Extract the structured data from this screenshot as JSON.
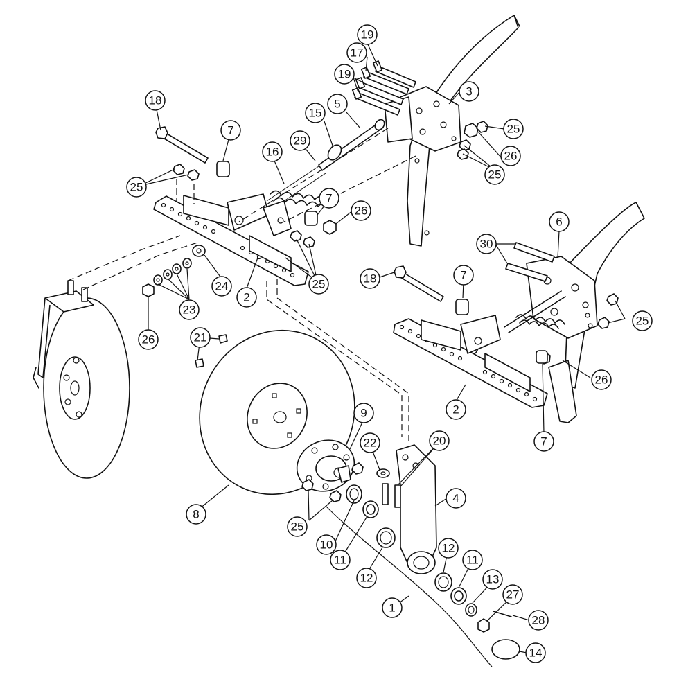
{
  "callouts": [
    {
      "id": "c19a",
      "label": "19"
    },
    {
      "id": "c17",
      "label": "17"
    },
    {
      "id": "c19b",
      "label": "19"
    },
    {
      "id": "c3",
      "label": "3"
    },
    {
      "id": "c18a",
      "label": "18"
    },
    {
      "id": "c7a",
      "label": "7"
    },
    {
      "id": "c15",
      "label": "15"
    },
    {
      "id": "c5",
      "label": "5"
    },
    {
      "id": "c29",
      "label": "29"
    },
    {
      "id": "c16",
      "label": "16"
    },
    {
      "id": "c25a",
      "label": "25"
    },
    {
      "id": "c26a",
      "label": "26"
    },
    {
      "id": "c25b",
      "label": "25"
    },
    {
      "id": "c25c",
      "label": "25"
    },
    {
      "id": "c7b",
      "label": "7"
    },
    {
      "id": "c26b",
      "label": "26"
    },
    {
      "id": "c6",
      "label": "6"
    },
    {
      "id": "c30",
      "label": "30"
    },
    {
      "id": "c24",
      "label": "24"
    },
    {
      "id": "c25d",
      "label": "25"
    },
    {
      "id": "c2a",
      "label": "2"
    },
    {
      "id": "c18b",
      "label": "18"
    },
    {
      "id": "c7c",
      "label": "7"
    },
    {
      "id": "c23",
      "label": "23"
    },
    {
      "id": "c26c",
      "label": "26"
    },
    {
      "id": "c25e",
      "label": "25"
    },
    {
      "id": "c21",
      "label": "21"
    },
    {
      "id": "c26d",
      "label": "26"
    },
    {
      "id": "c2b",
      "label": "2"
    },
    {
      "id": "c9",
      "label": "9"
    },
    {
      "id": "c7d",
      "label": "7"
    },
    {
      "id": "c22",
      "label": "22"
    },
    {
      "id": "c20",
      "label": "20"
    },
    {
      "id": "c4",
      "label": "4"
    },
    {
      "id": "c8",
      "label": "8"
    },
    {
      "id": "c25f",
      "label": "25"
    },
    {
      "id": "c10",
      "label": "10"
    },
    {
      "id": "c11a",
      "label": "11"
    },
    {
      "id": "c12a",
      "label": "12"
    },
    {
      "id": "c12b",
      "label": "12"
    },
    {
      "id": "c11b",
      "label": "11"
    },
    {
      "id": "c13",
      "label": "13"
    },
    {
      "id": "c27",
      "label": "27"
    },
    {
      "id": "c1",
      "label": "1"
    },
    {
      "id": "c28",
      "label": "28"
    },
    {
      "id": "c14",
      "label": "14"
    }
  ]
}
